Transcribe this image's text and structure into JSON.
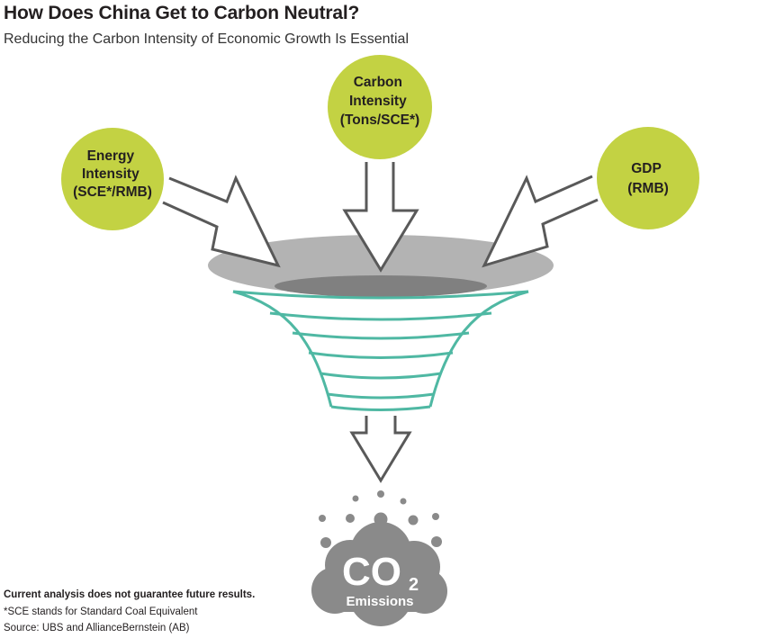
{
  "header": {
    "title": "How Does China Get to Carbon Neutral?",
    "subtitle": "Reducing the Carbon Intensity of Economic Growth Is Essential"
  },
  "inputs": [
    {
      "id": "energy-intensity",
      "lines": [
        "Energy",
        "Intensity",
        "(SCE*/RMB)"
      ]
    },
    {
      "id": "carbon-intensity",
      "lines": [
        "Carbon",
        "Intensity",
        "(Tons/SCE*)"
      ]
    },
    {
      "id": "gdp",
      "lines": [
        "GDP",
        "(RMB)"
      ]
    }
  ],
  "output": {
    "co": "CO",
    "subscript": "2",
    "label": "Emissions"
  },
  "footer": {
    "disclaimer": "Current analysis does not guarantee future results.",
    "note": "*SCE stands for Standard Coal Equivalent",
    "source": "Source: UBS and AllianceBernstein (AB)"
  },
  "colors": {
    "node_fill": "#c3d243",
    "funnel_stroke": "#4fb8a3",
    "funnel_top": "#b3b3b3",
    "funnel_inner": "#808080",
    "arrow_stroke": "#595959",
    "cloud": "#8a8a8a"
  }
}
